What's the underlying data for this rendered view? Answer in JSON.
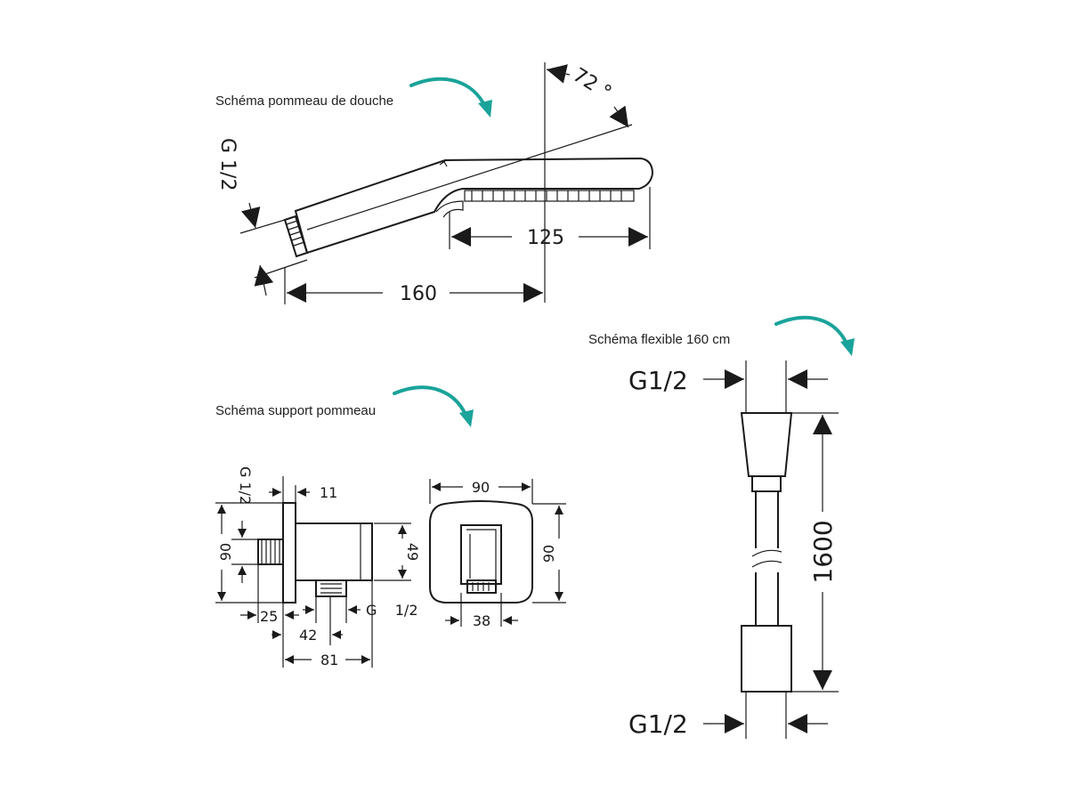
{
  "captions": {
    "head": "Schéma pommeau de douche",
    "hose": "Schéma flexible 160 cm",
    "holder": "Schéma support pommeau"
  },
  "head": {
    "thread": "G 1/2",
    "angle": "72 °",
    "dim_125": "125",
    "dim_160": "160"
  },
  "hose": {
    "thread_top": "G1/2",
    "thread_bottom": "G1/2",
    "length": "1600"
  },
  "holder": {
    "thread_side": "G 1/2",
    "dim_11": "11",
    "dim_90_side": "90",
    "dim_49": "49",
    "dim_25": "25",
    "thread_bottom": "G    1/2",
    "dim_42": "42",
    "dim_81": "81",
    "dim_90_top": "90",
    "dim_90_right": "90",
    "dim_38": "38"
  },
  "colors": {
    "accent": "#1aa39a",
    "line": "#1a1a1a"
  }
}
